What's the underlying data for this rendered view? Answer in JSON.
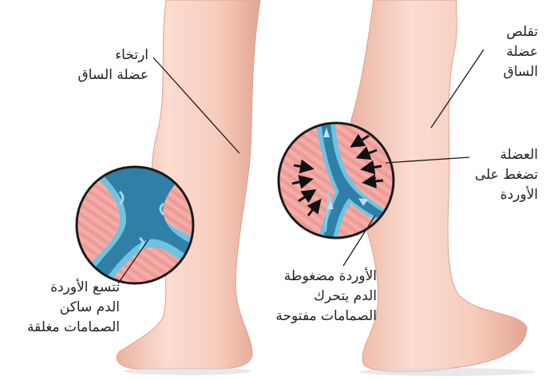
{
  "labels": {
    "relax": [
      "ارتخاء",
      "عضلة الساق"
    ],
    "contract": [
      "تقلص",
      "عضلة",
      "الساق"
    ],
    "press": [
      "العضلة",
      "تضغط على",
      "الأوردة"
    ],
    "left_state": [
      "تتسع الأوردة",
      "الدم ساكن",
      "الصمامات مغلقة"
    ],
    "right_state": [
      "الأوردة مضغوطة",
      "الدم يتحرك",
      "الصمامات مفتوحة"
    ]
  },
  "colors": {
    "skin": "#f7cdbd",
    "skin_shade": "#e9a994",
    "muscle": "#ef9a95",
    "vein": "#2f7fa6",
    "vein_light": "#6fc3e0",
    "arrow": "#111111"
  }
}
